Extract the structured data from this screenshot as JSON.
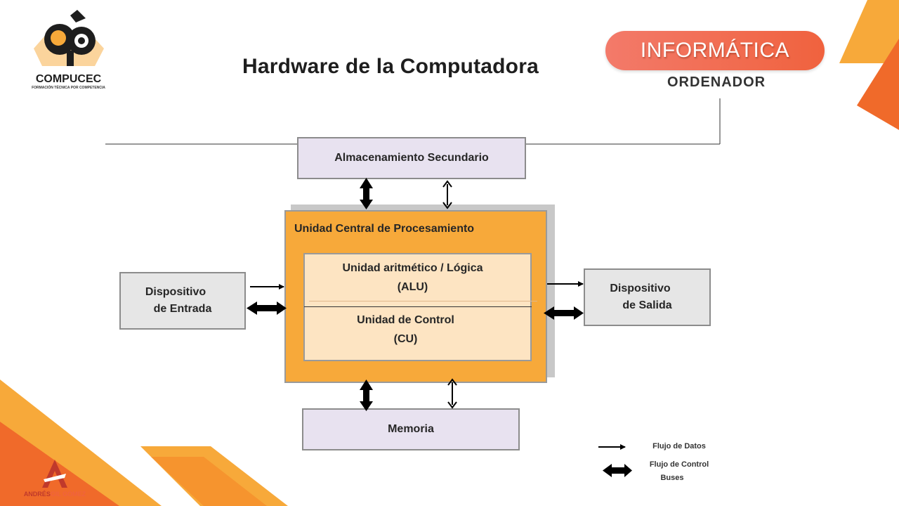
{
  "logo": {
    "name": "COMPUCEC",
    "tagline": "FORMACIÓN TÉCNICA POR COMPETENCIA"
  },
  "header": {
    "title": "Hardware  de la Computadora",
    "badge": "INFORMÁTICA",
    "subtitle": "ORDENADOR"
  },
  "diagram": {
    "secondary_storage": "Almacenamiento  Secundario",
    "cpu_title": "Unidad  Central de Procesamiento",
    "alu_line1": "Unidad  aritmético / Lógica",
    "alu_line2": "(ALU)",
    "cu_line1": "Unidad  de Control",
    "cu_line2": "(CU)",
    "input_line1": "Dispositivo",
    "input_line2": "de Entrada",
    "output_line1": "Dispositivo",
    "output_line2": "de Salida",
    "memory": "Memoria"
  },
  "legend": {
    "data_flow": "Flujo de Datos",
    "control_flow_line1": "Flujo de Control",
    "control_flow_line2": "Buses"
  },
  "footer": {
    "author_part1": "ANDRÉS",
    "author_part2": "GIL GÓMEZ"
  },
  "colors": {
    "accent_orange": "#f7a93a",
    "badge": "#f0623e",
    "lilac": "#e8e2f0",
    "grey_box": "#e6e6e6"
  }
}
